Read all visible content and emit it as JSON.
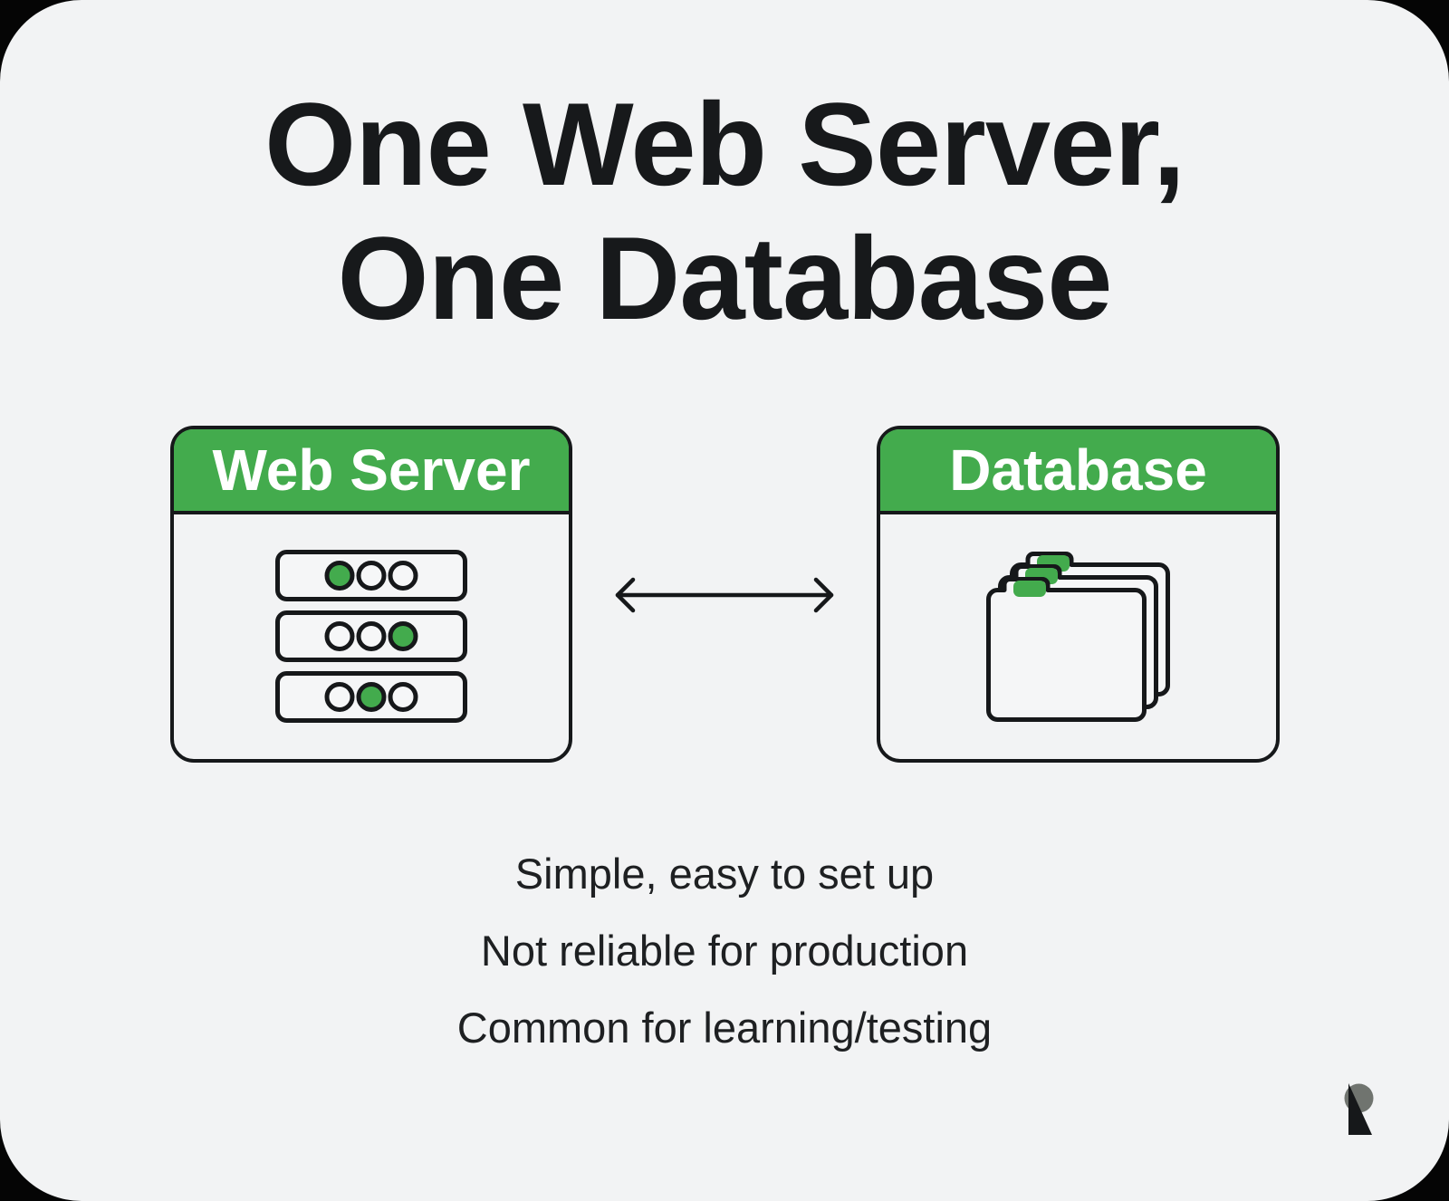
{
  "title": {
    "line1": "One Web Server,",
    "line2": "One Database"
  },
  "diagram": {
    "web_server": {
      "label": "Web Server",
      "leds": [
        [
          "on",
          "off",
          "off"
        ],
        [
          "off",
          "off",
          "on"
        ],
        [
          "off",
          "on",
          "off"
        ]
      ]
    },
    "database": {
      "label": "Database"
    },
    "connection": {
      "type": "bidirectional-arrow"
    }
  },
  "notes": [
    "Simple, easy to set up",
    "Not reliable for production",
    "Common for learning/testing"
  ],
  "colors": {
    "accent_green": "#43ab4d",
    "background": "#f2f3f4",
    "outline": "#16181a",
    "led_off": "#f6f7f8"
  }
}
